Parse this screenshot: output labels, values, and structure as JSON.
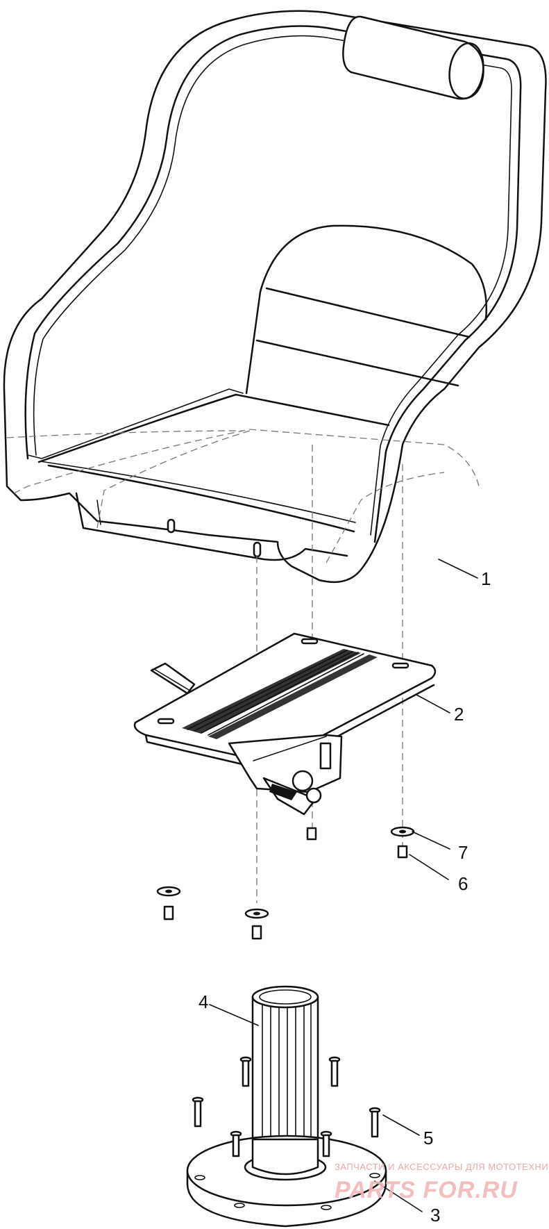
{
  "diagram": {
    "callouts": [
      {
        "id": "seat",
        "label": "1"
      },
      {
        "id": "swivel-plate",
        "label": "2"
      },
      {
        "id": "base-plate",
        "label": "3"
      },
      {
        "id": "pedestal-post",
        "label": "4"
      },
      {
        "id": "base-screw",
        "label": "5"
      },
      {
        "id": "bolt",
        "label": "6"
      },
      {
        "id": "washer",
        "label": "7"
      }
    ]
  },
  "watermark": {
    "tagline": "ЗАПЧАСТИ И АКСЕССУАРЫ ДЛЯ МОТОТЕХНИКИ",
    "logo": "PARTS FOR.RU"
  },
  "colors": {
    "line": "#111111",
    "watermark": "#f2b7b7"
  }
}
